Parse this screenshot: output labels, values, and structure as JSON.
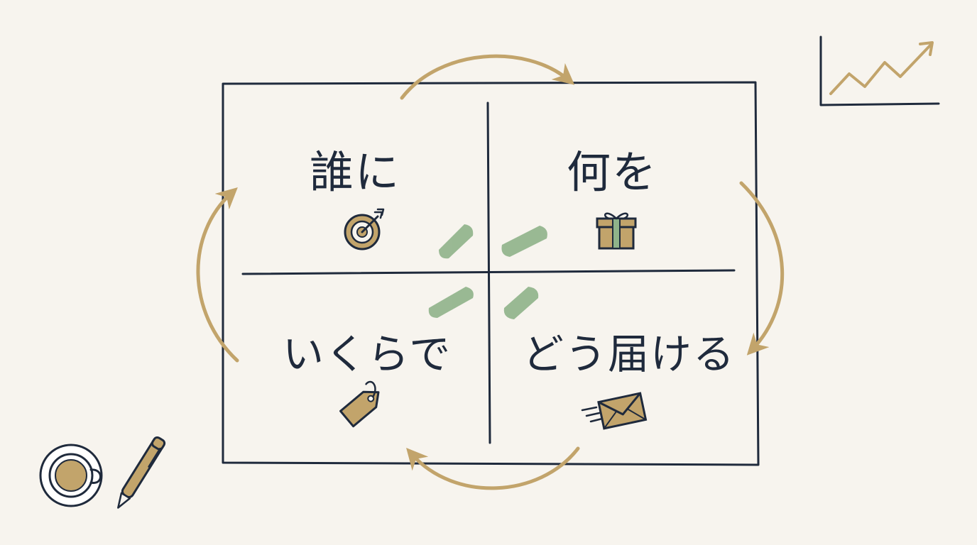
{
  "quadrants": {
    "who": {
      "label": "誰に",
      "icon": "target-icon"
    },
    "what": {
      "label": "何を",
      "icon": "gift-icon"
    },
    "price": {
      "label": "いくらで",
      "icon": "price-tag-icon"
    },
    "delivery": {
      "label": "どう届ける",
      "icon": "envelope-icon"
    }
  },
  "decorations": [
    "growth-chart-icon",
    "coffee-cup-icon",
    "pen-icon"
  ],
  "colors": {
    "background": "#f7f4ee",
    "ink": "#1f2a3c",
    "arrow": "#c2a46b",
    "icon_fill": "#c2a46b",
    "check": "#8fb38a"
  }
}
